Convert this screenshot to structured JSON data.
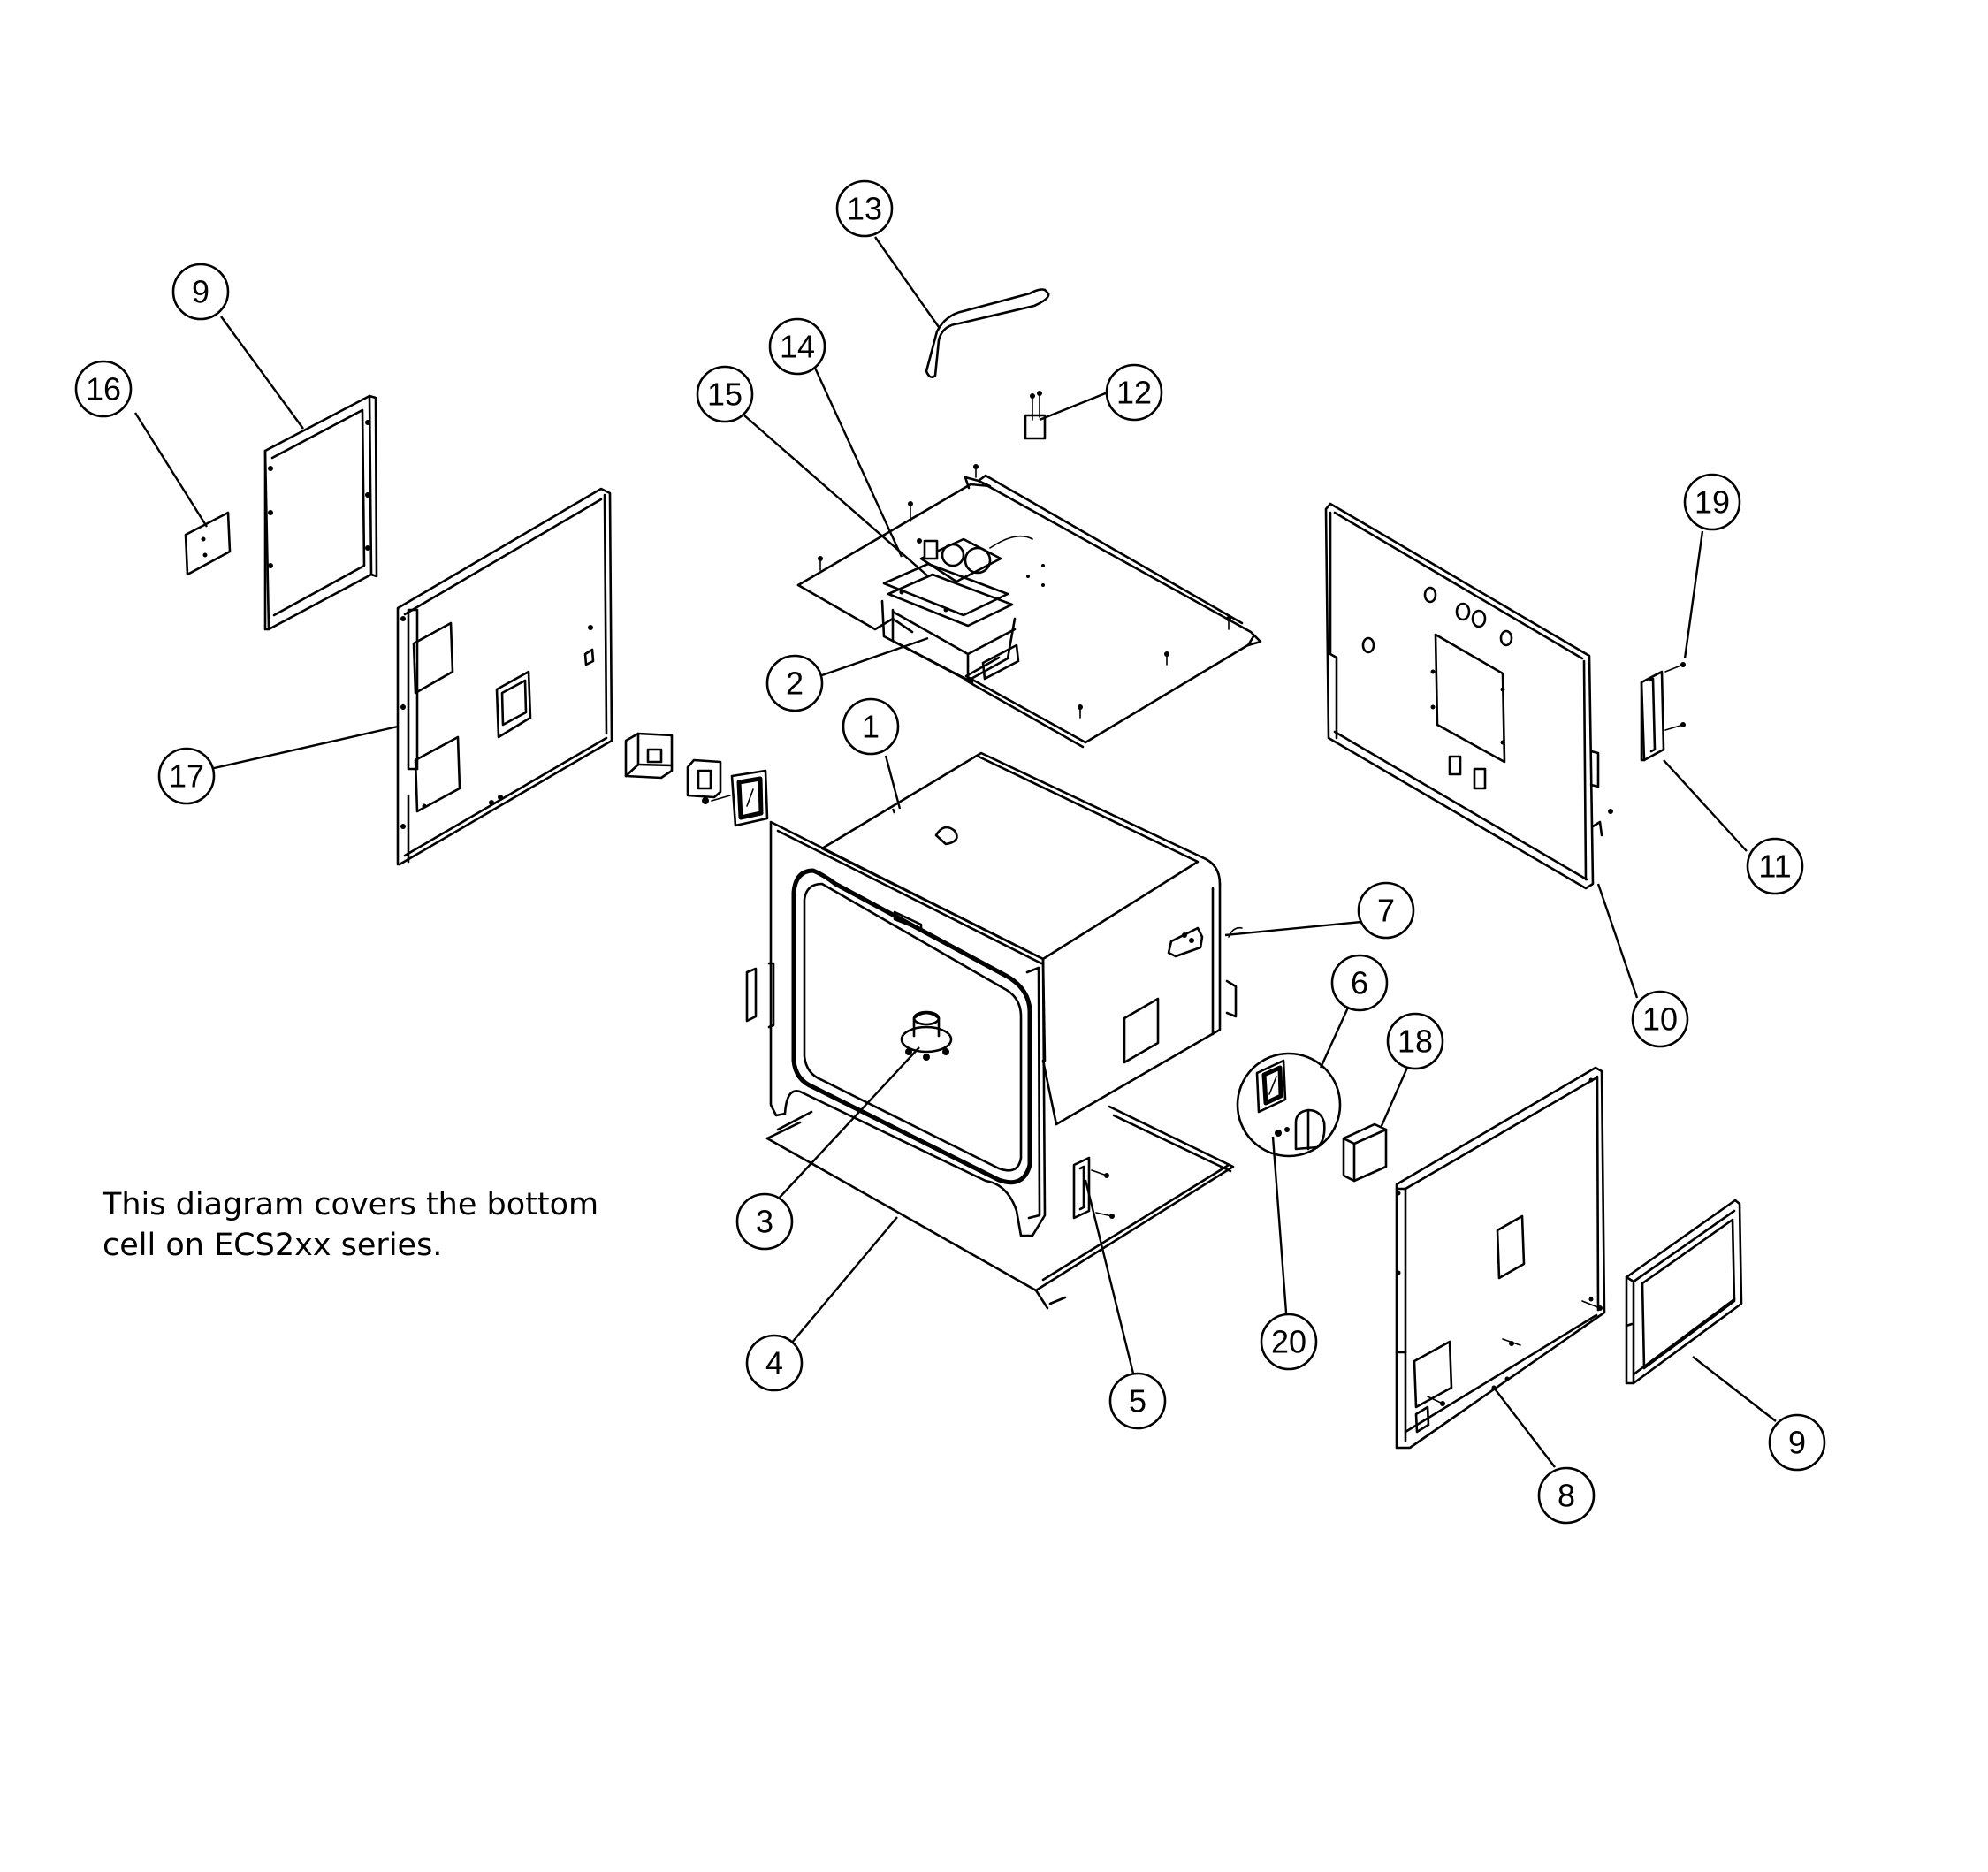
{
  "note": {
    "line1": "This diagram covers the bottom",
    "line2": "cell on ECS2xx series."
  },
  "callouts": [
    "1",
    "2",
    "3",
    "4",
    "5",
    "6",
    "7",
    "8",
    "9",
    "10",
    "11",
    "12",
    "13",
    "14",
    "15",
    "16",
    "17",
    "18",
    "19",
    "20"
  ]
}
